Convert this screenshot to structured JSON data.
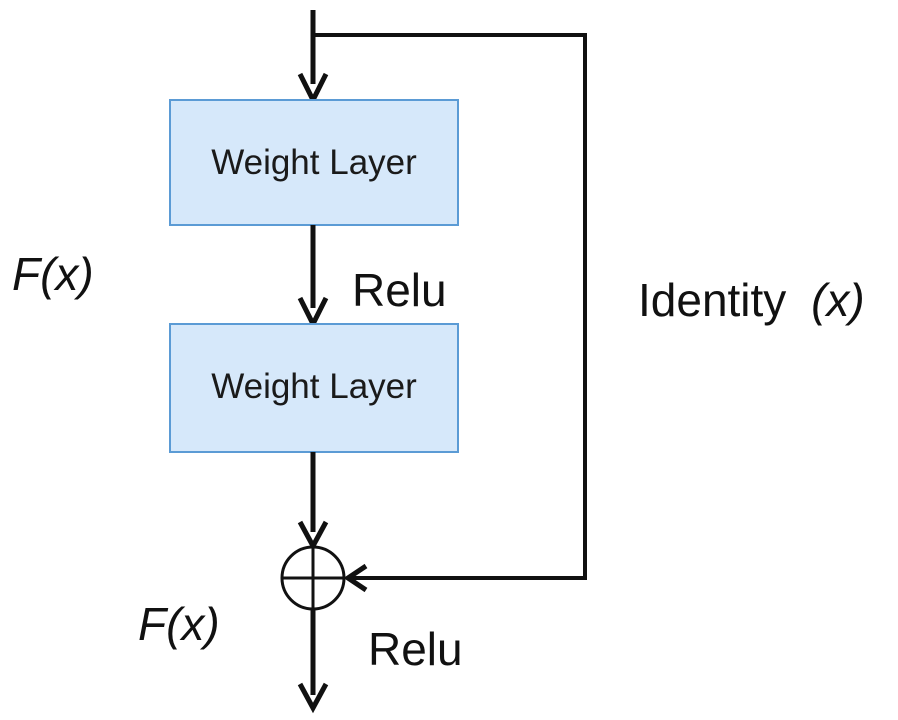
{
  "diagram": {
    "layers": [
      {
        "label": "Weight Layer"
      },
      {
        "label": "Weight Layer"
      }
    ],
    "activation_between_layers": "Relu",
    "residual_label": "F(x)",
    "sum_output_label": "F(x)",
    "activation_after_sum": "Relu",
    "shortcut_label": {
      "word": "Identity",
      "arg": "(x)"
    },
    "colors": {
      "box_fill": "#d6e8fa",
      "box_stroke": "#5b9bd5",
      "line": "#111111"
    }
  }
}
